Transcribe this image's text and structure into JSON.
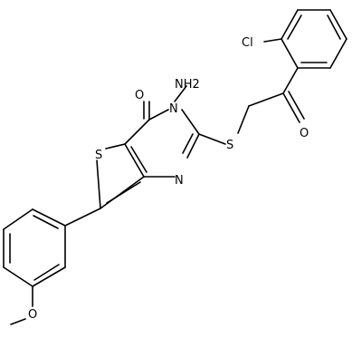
{
  "diagram": {
    "type": "chemical-structure",
    "colors": {
      "bond": "#000000",
      "label": "#000000",
      "background": "#ffffff"
    },
    "labels": {
      "cl": "Cl",
      "amino": "NH2",
      "carbonyl_o_ring": "O",
      "carbonyl_o_chain": "O",
      "thiophene_s": "S",
      "thioether_s": "S",
      "ring_n3": "N",
      "ring_n1": "N",
      "ether_o": "O"
    }
  }
}
